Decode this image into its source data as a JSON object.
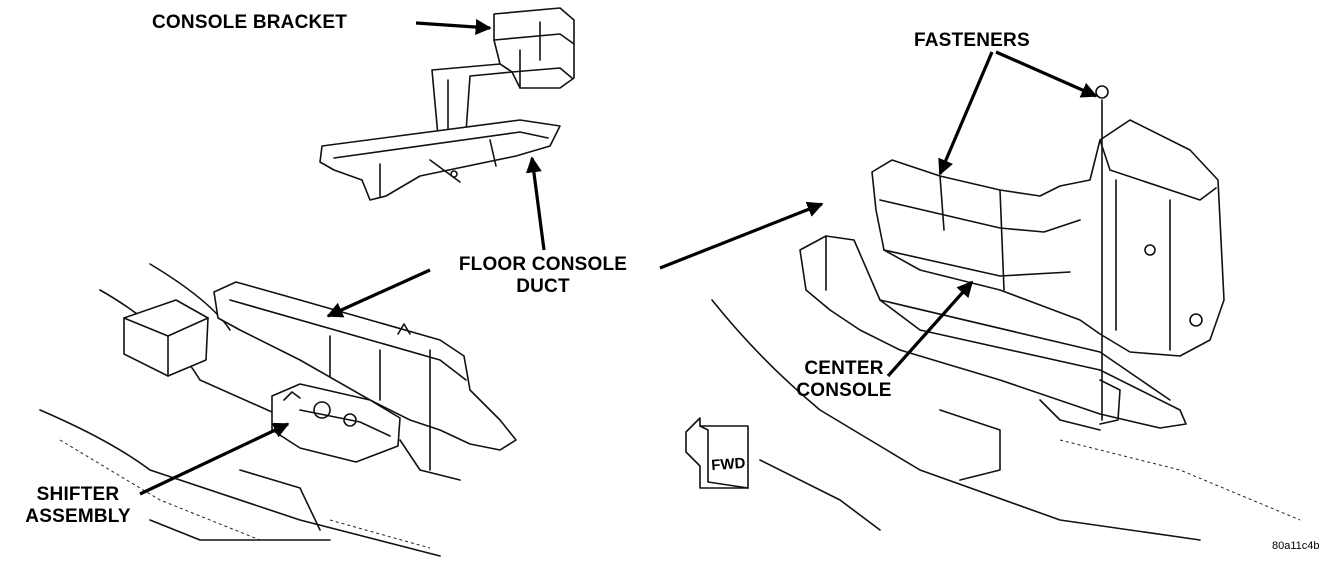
{
  "labels": {
    "console_bracket": "CONSOLE BRACKET",
    "fasteners": "FASTENERS",
    "floor_console_duct": [
      "FLOOR CONSOLE",
      "DUCT"
    ],
    "center_console": [
      "CENTER",
      "CONSOLE"
    ],
    "shifter_assembly": [
      "SHIFTER",
      "ASSEMBLY"
    ]
  },
  "fwd_marker": "FWD",
  "reference_code": "80a11c4b"
}
